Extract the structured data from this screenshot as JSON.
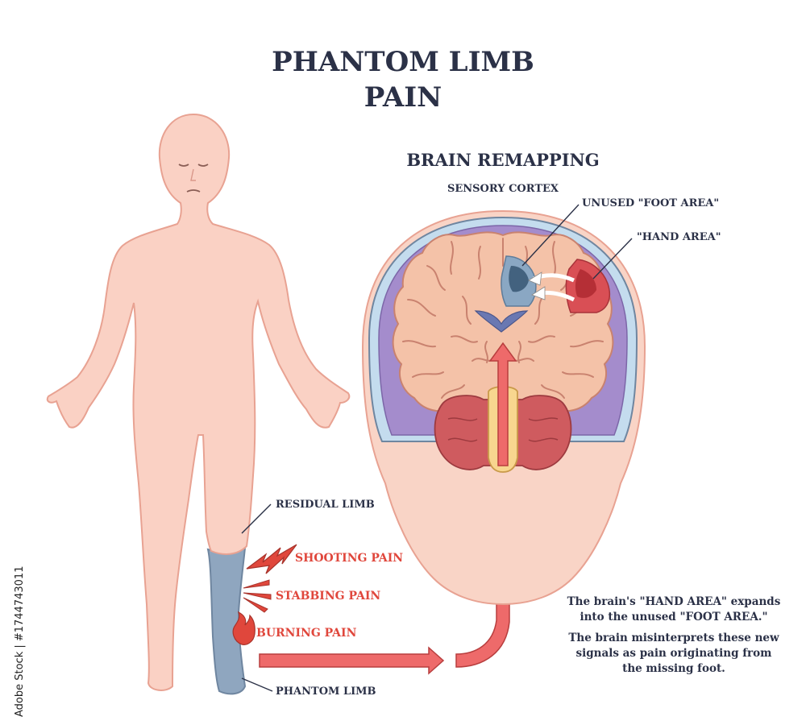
{
  "title": {
    "line1": "PHANTOM LIMB",
    "line2": "PAIN"
  },
  "brain": {
    "heading": "BRAIN REMAPPING",
    "cortex_label": "SENSORY CORTEX",
    "foot_area_label": "UNUSED \"FOOT AREA\"",
    "hand_area_label": "\"HAND AREA\""
  },
  "body_labels": {
    "residual_limb": "RESIDUAL LIMB",
    "phantom_limb": "PHANTOM LIMB"
  },
  "pains": {
    "shooting": "SHOOTING PAIN",
    "stabbing": "STABBING PAIN",
    "burning": "BURNING PAIN"
  },
  "explanation": {
    "p1_line1": "The brain's \"HAND AREA\" expands",
    "p1_line2": "into the unused \"FOOT AREA.\"",
    "p2_line1": "The brain misinterprets these new",
    "p2_line2": "signals as pain originating from",
    "p2_line3": "the missing foot."
  },
  "watermark": {
    "text": "Adobe Stock | #1744743011"
  },
  "colors": {
    "title": "#2b3147",
    "skin": "#fad1c4",
    "skin_outline": "#e8a292",
    "phantom": "#8fa6bf",
    "pain_red": "#e0473c",
    "arrow": "#ee6a6a",
    "brain_cortex": "#f4c2a8",
    "brain_outline": "#c9826f",
    "skull_blue": "#c4dcee",
    "skull_purple": "#a48ccc",
    "foot_area": "#8aa7c3",
    "hand_area": "#d94f55",
    "cerebellum": "#cf5b5f",
    "brainstem": "#f8d68f"
  }
}
